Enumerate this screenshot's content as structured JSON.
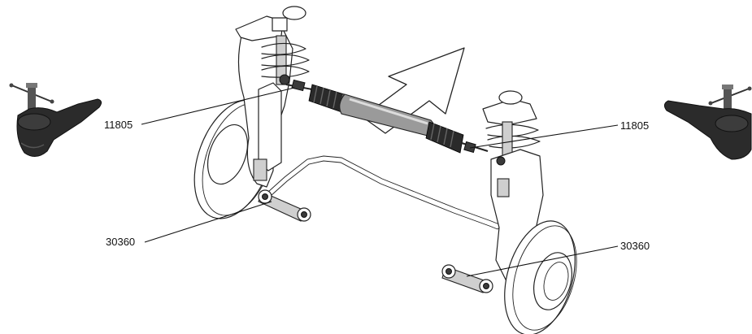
{
  "callouts": {
    "tie_rod_end_left": "11805",
    "tie_rod_end_right": "11805",
    "link_left": "30360",
    "link_right": "30360"
  },
  "colors": {
    "line_art": "#222222",
    "parts_photo": "#2b2b2b",
    "background": "#ffffff"
  },
  "icons": [
    "tie-rod-end-photo",
    "direction-arrow"
  ]
}
